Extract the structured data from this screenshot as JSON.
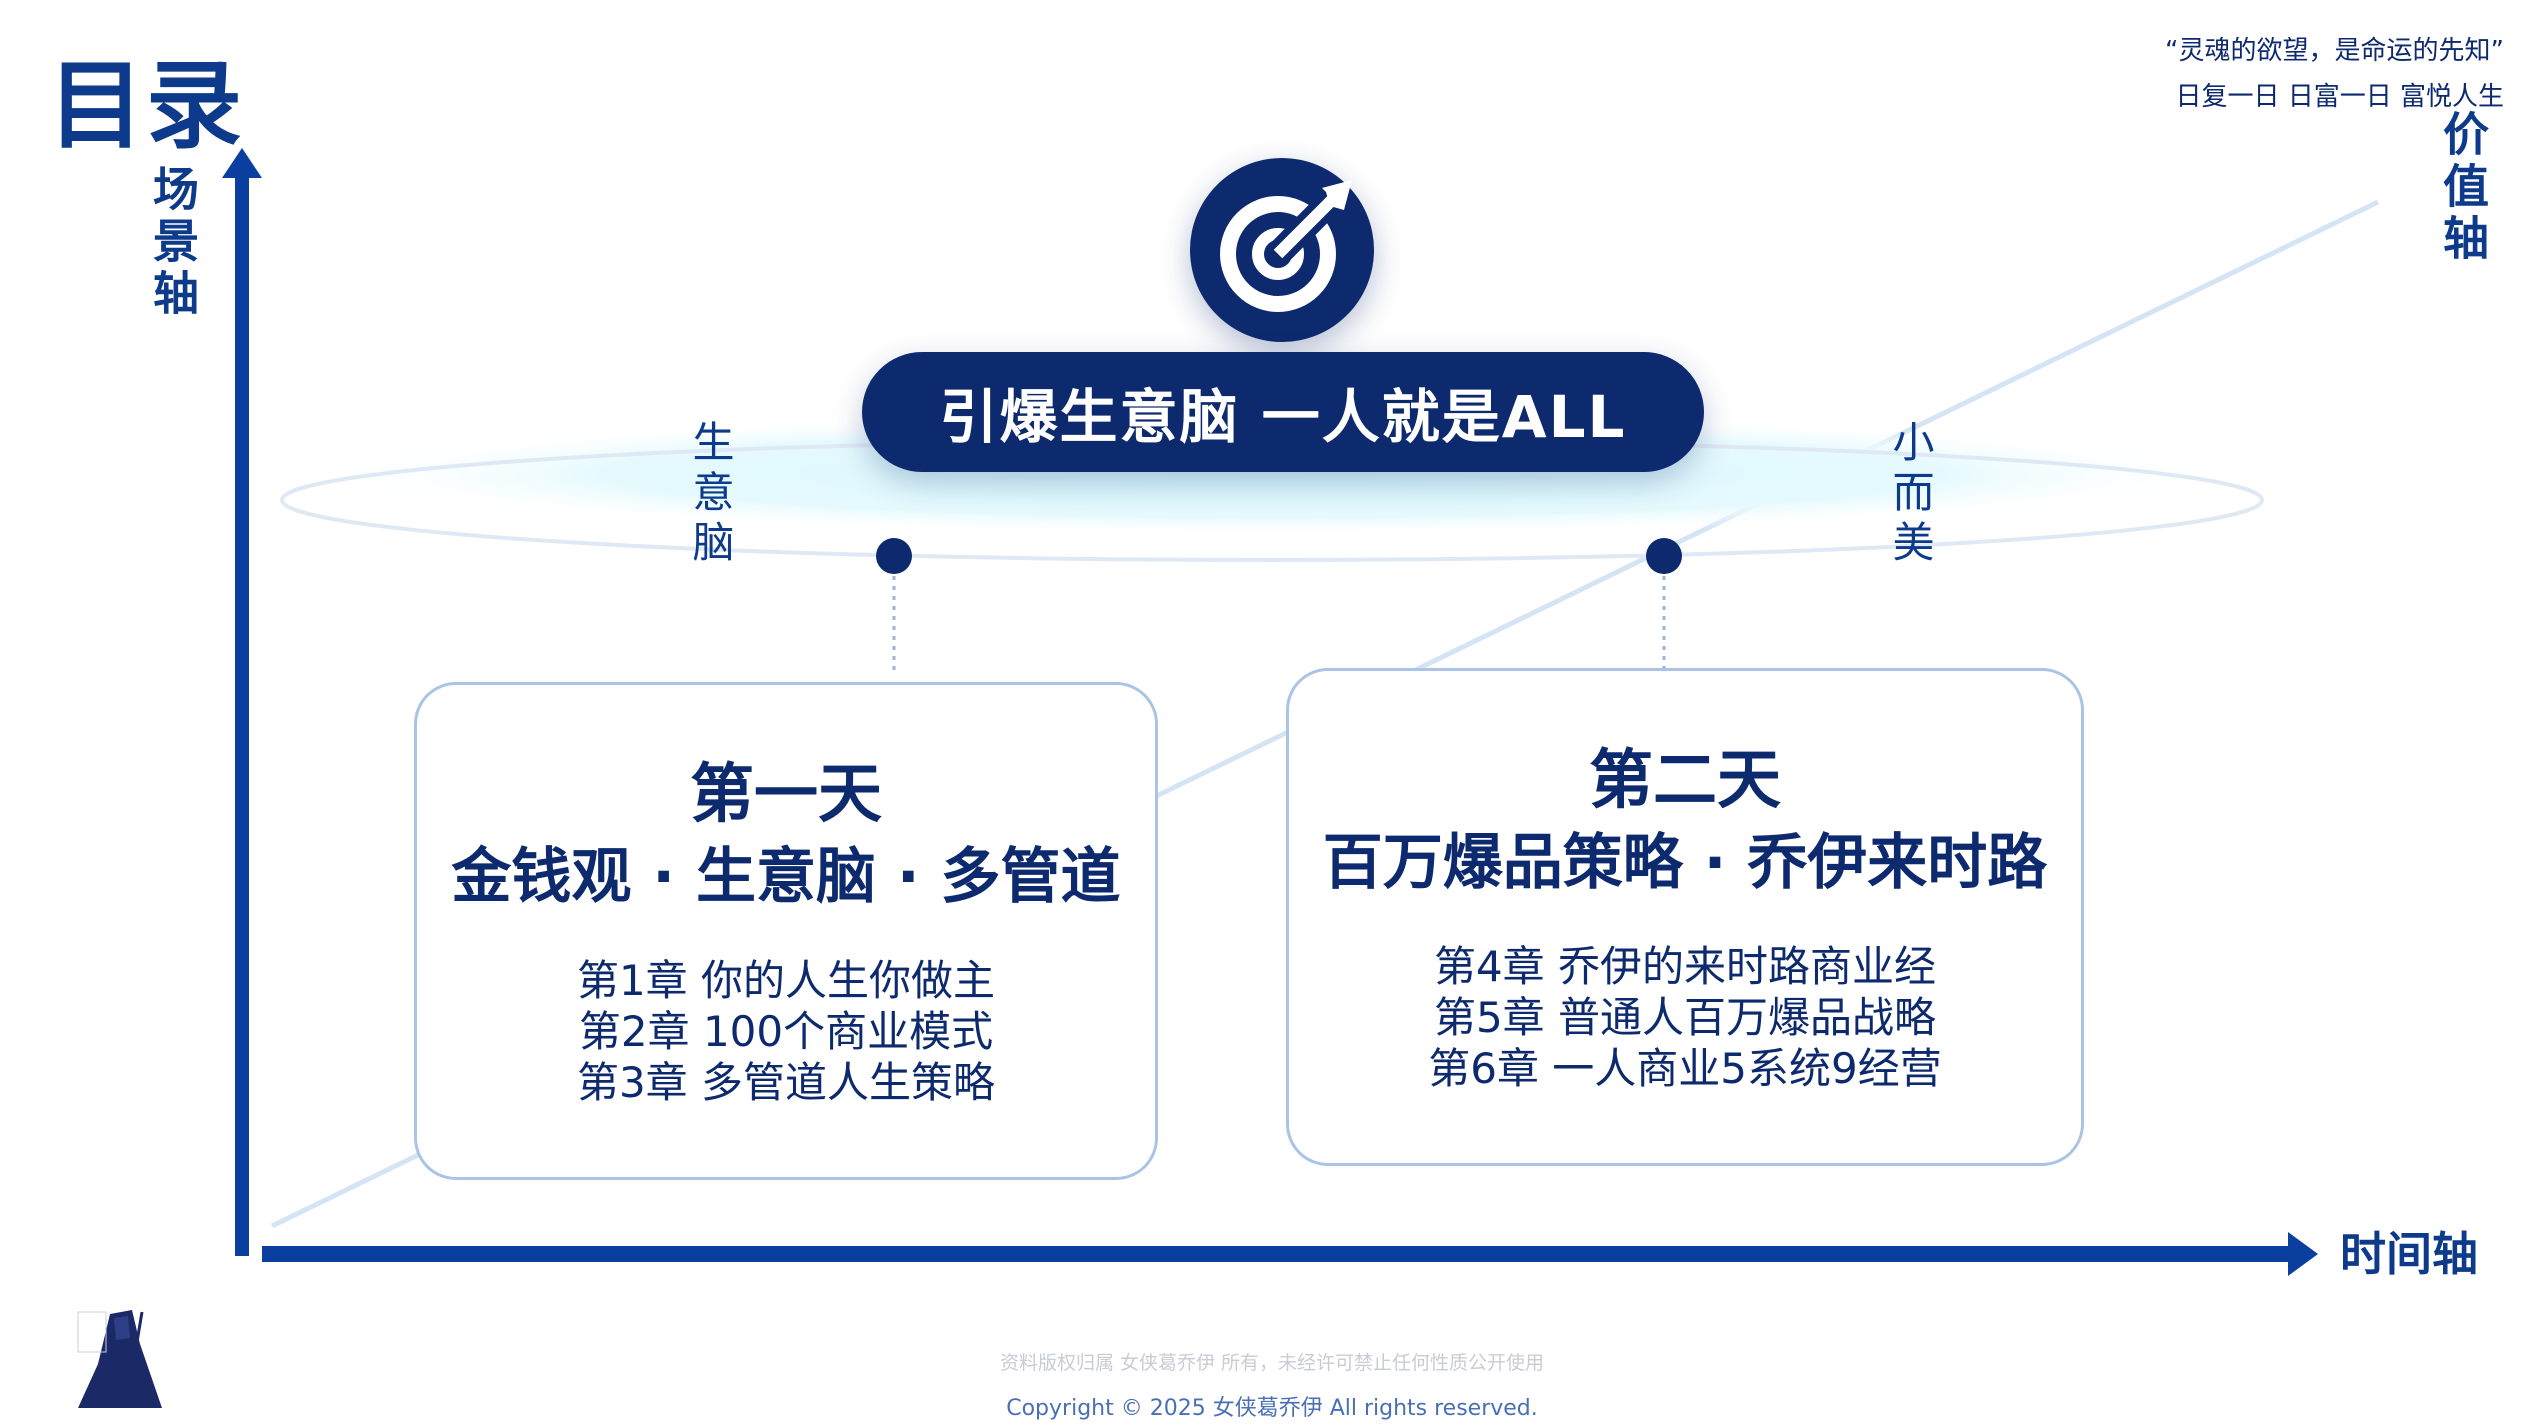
{
  "header": {
    "title": "目录",
    "quote_line1": "“灵魂的欲望，是命运的先知”",
    "quote_line2": "日复一日 日富一日 富悦人生"
  },
  "axes": {
    "y_label": "场景轴",
    "x_label": "时间轴",
    "value_label": "价值轴"
  },
  "center": {
    "headline": "引爆生意脑  一人就是ALL",
    "left_label": "生意脑",
    "right_label": "小而美",
    "icon": "target-arrow-icon"
  },
  "days": [
    {
      "day": "第一天",
      "subtitle": "金钱观 · 生意脑 · 多管道",
      "chapters": [
        "第1章 你的人生你做主",
        "第2章 100个商业模式",
        "第3章 多管道人生策略"
      ]
    },
    {
      "day": "第二天",
      "subtitle": "百万爆品策略 · 乔伊来时路",
      "chapters": [
        "第4章 乔伊的来时路商业经",
        "第5章 普通人百万爆品战略",
        "第6章 一人商业5系统9经营"
      ]
    }
  ],
  "footer": {
    "notice": "资料版权归属 女侠葛乔伊 所有，未经许可禁止任何性质公开使用",
    "copyright": "Copyright © 2025 女侠葛乔伊 All rights reserved."
  },
  "colors": {
    "navy": "#0d2a6e",
    "axis_blue": "#0a3fa0",
    "card_border": "#aac4e6",
    "glow": "#c9f2fb"
  }
}
